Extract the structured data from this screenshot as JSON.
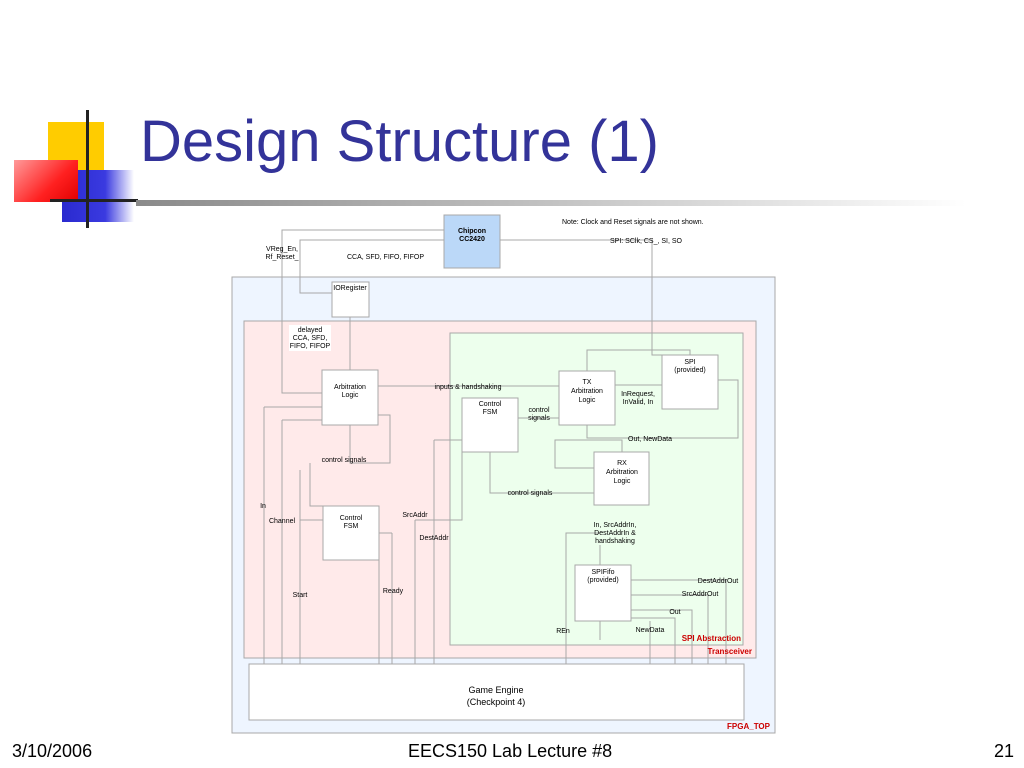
{
  "slide": {
    "title": "Design Structure (1)",
    "footer_date": "3/10/2006",
    "footer_center": "EECS150 Lab Lecture #8",
    "footer_page": "21"
  },
  "colors": {
    "title": "#333399",
    "accent_red": "#cc0000",
    "fpga_fill": "#eef5ff",
    "transceiver_fill": "#ffeaea",
    "spi_fill": "#edffed",
    "chipcon_fill": "#bbd8f8"
  },
  "diagram": {
    "note": "Note: Clock and Reset signals are not shown.",
    "chipcon": [
      "Chipcon",
      "CC2420"
    ],
    "spi_bus": "SPI: SClk, CS_, SI, SO",
    "vreg": [
      "VReg_En,",
      "Rf_Reset_"
    ],
    "cca_bus": "CCA, SFD, FIFO, FIFOP",
    "ioregister": "IORegister",
    "delayed": [
      "delayed",
      "CCA, SFD,",
      "FIFO, FIFOP"
    ],
    "arbitration_logic": [
      "Arbitration",
      "Logic"
    ],
    "inputs_handshaking": "inputs & handshaking",
    "tx_arbitration": [
      "TX",
      "Arbitration",
      "Logic"
    ],
    "spi": [
      "SPI",
      "(provided)"
    ],
    "control_fsm_spi": [
      "Control",
      "FSM"
    ],
    "control_signals_vertical": [
      "control",
      "signals"
    ],
    "inrequest": [
      "InRequest,",
      "InValid, In"
    ],
    "out_newdata": "Out, NewData",
    "control_signals_left": "control signals",
    "rx_arbitration": [
      "RX",
      "Arbitration",
      "Logic"
    ],
    "control_signals_rx": "control signals",
    "in_label": "In",
    "channel": "Channel",
    "control_fsm_main": [
      "Control",
      "FSM"
    ],
    "srcaddr": "SrcAddr",
    "destaddr": "DestAddr",
    "in_srcaddrin": [
      "In, SrcAddrIn,",
      "DestAddrIn &",
      "handshaking"
    ],
    "spififo": [
      "SPIFifo",
      "(provided)"
    ],
    "destaddrout": "DestAddrOut",
    "srcaddrout": "SrcAddrOut",
    "out": "Out",
    "start": "Start",
    "ready": "Ready",
    "ren": "REn",
    "newdata": "NewData",
    "spi_abstraction": "SPI Abstraction",
    "transceiver": "Transceiver",
    "game_engine": [
      "Game Engine",
      "(Checkpoint 4)"
    ],
    "fpga_top": "FPGA_TOP"
  }
}
